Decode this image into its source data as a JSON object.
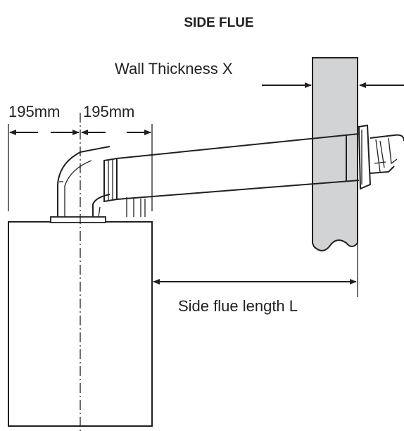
{
  "title": "SIDE FLUE",
  "labels": {
    "wall_thickness": "Wall Thickness X",
    "dim_left": "195mm",
    "dim_right": "195mm",
    "flue_length": "Side flue length L"
  },
  "colors": {
    "ink": "#231f20",
    "wall_fill": "#d1d3d4",
    "background": "#ffffff"
  }
}
